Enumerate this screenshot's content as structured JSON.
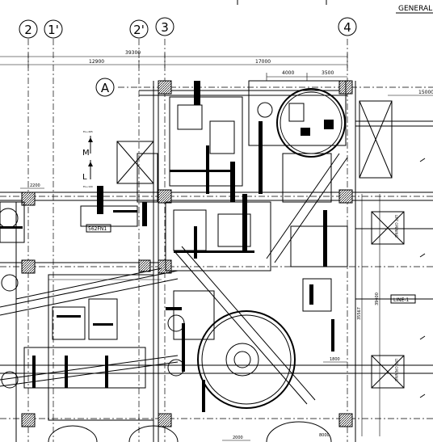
{
  "header": {
    "sheet_label": "GENERAL"
  },
  "grid_bubbles": {
    "b2": "2",
    "b1p": "1'",
    "b2p": "2'",
    "b3": "3",
    "b4": "4",
    "bA": "A"
  },
  "dimensions": {
    "overall": "39300",
    "d12900": "12900",
    "d17000": "17000",
    "d4000": "4000",
    "d3500": "3500",
    "d15000": "15000",
    "d2200": "2200",
    "d1800": "1800",
    "d8000": "8000",
    "d2000": "2000",
    "d39400": "39400",
    "d35567": "35567"
  },
  "labels": {
    "equipment_tag": "562FN1",
    "line_tag": "LINE-1",
    "elev_m": "M",
    "elev_l": "L",
    "elev_m_note": "EL+465",
    "elev_l_note": "EL+100",
    "lift_opening_1": "LIFT OPENING",
    "lift_opening_2": "LIFT OPENING"
  }
}
